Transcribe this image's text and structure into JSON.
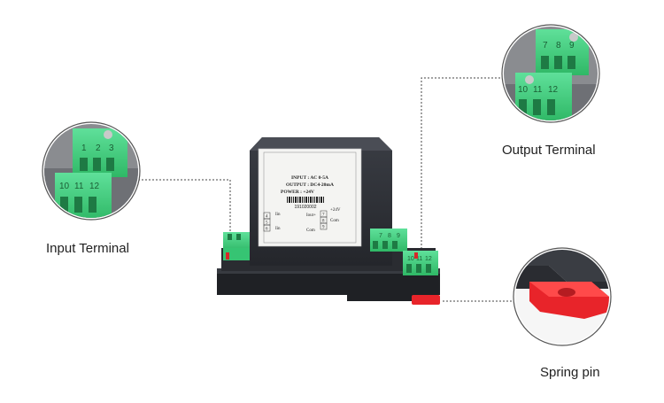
{
  "callouts": {
    "input_terminal": "Input Terminal",
    "output_terminal": "Output Terminal",
    "spring_pin": "Spring pin"
  },
  "label": {
    "line1": "INPUT : AC 0-5A",
    "line2": "OUTPUT : DC4-20mA",
    "line3": "POWER : +24V",
    "serial": "191020002",
    "left_pins": [
      "4",
      "5",
      "6"
    ],
    "left_pin_labels": [
      "Iin",
      "Iin"
    ],
    "right_pins": [
      "7",
      "8",
      "9"
    ],
    "right_pin_labels": [
      "Iout+",
      "+24V",
      "Com",
      "Com"
    ]
  },
  "terminals": {
    "input_numbers": [
      "1",
      "2",
      "3",
      "10",
      "11",
      "12"
    ],
    "output_numbers": [
      "7",
      "8",
      "9",
      "10",
      "11",
      "12"
    ],
    "device_right_top": [
      "7",
      "8",
      "9"
    ],
    "device_right_bottom": [
      "10",
      "11",
      "12"
    ]
  },
  "colors": {
    "terminal_green": "#3fcf7a",
    "housing": "#2e3137",
    "spring_pin_red": "#e8242a"
  }
}
